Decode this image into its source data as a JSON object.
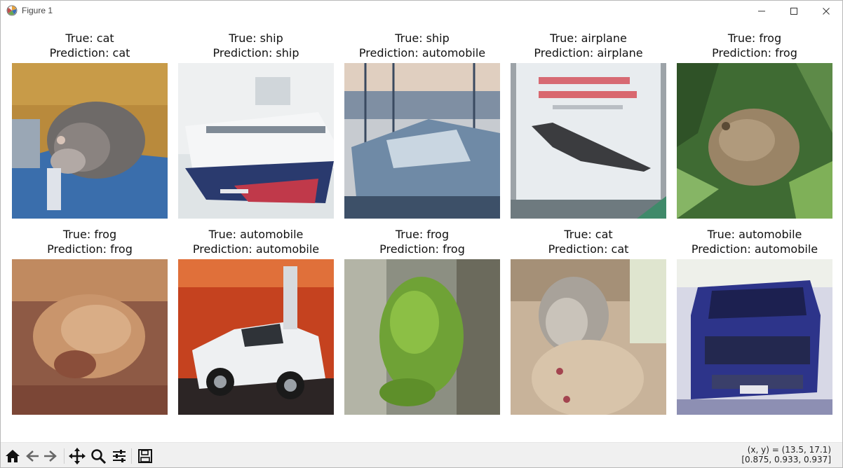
{
  "window": {
    "title": "Figure 1",
    "icon": "matplotlib-icon"
  },
  "panels": [
    {
      "true_label": "True: cat",
      "prediction": "Prediction: cat",
      "image": "cat on blue fabric"
    },
    {
      "true_label": "True: ship",
      "prediction": "Prediction: ship",
      "image": "white ship with red hull"
    },
    {
      "true_label": "True: ship",
      "prediction": "Prediction: automobile",
      "image": "boat at dock"
    },
    {
      "true_label": "True: airplane",
      "prediction": "Prediction: airplane",
      "image": "concorde jet on poster"
    },
    {
      "true_label": "True: frog",
      "prediction": "Prediction: frog",
      "image": "brown frog among leaves"
    },
    {
      "true_label": "True: frog",
      "prediction": "Prediction: frog",
      "image": "brown frog on dirt"
    },
    {
      "true_label": "True: automobile",
      "prediction": "Prediction: automobile",
      "image": "white car on red background"
    },
    {
      "true_label": "True: frog",
      "prediction": "Prediction: frog",
      "image": "green frog"
    },
    {
      "true_label": "True: cat",
      "prediction": "Prediction: cat",
      "image": "tabby cat"
    },
    {
      "true_label": "True: automobile",
      "prediction": "Prediction: automobile",
      "image": "blue jeep"
    }
  ],
  "toolbar": {
    "buttons": [
      "home-icon",
      "back-icon",
      "forward-icon",
      "pan-icon",
      "zoom-icon",
      "configure-subplots-icon",
      "save-icon"
    ],
    "coords_line1": "(x, y) = (13.5, 17.1)",
    "coords_line2": "[0.875, 0.933, 0.937]"
  }
}
